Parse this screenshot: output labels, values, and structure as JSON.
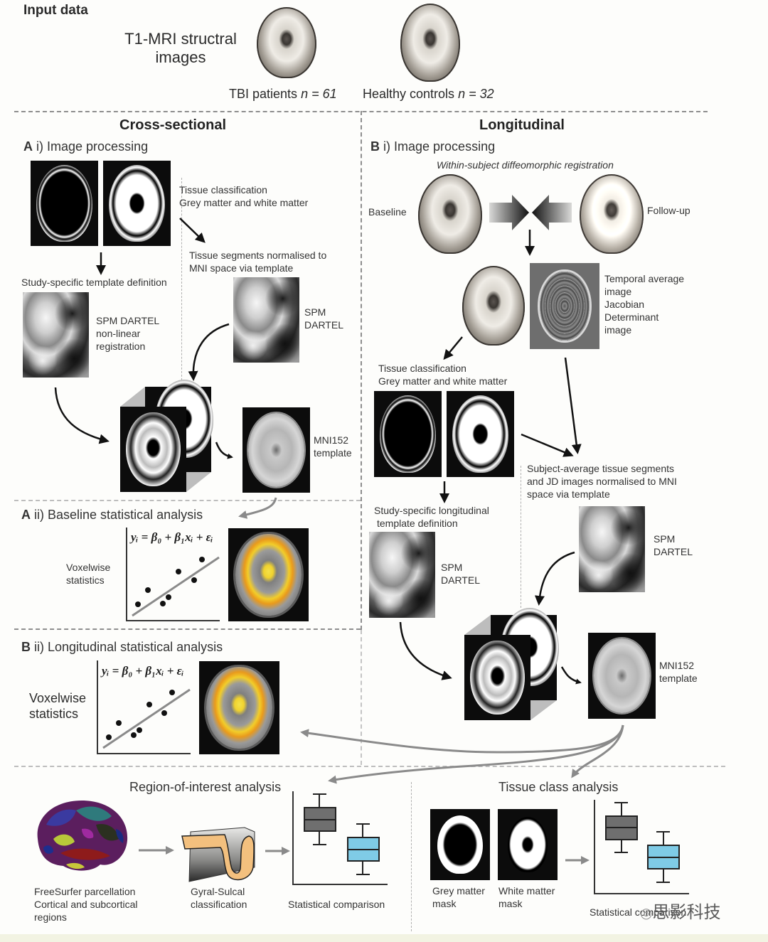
{
  "input": {
    "heading": "Input data",
    "modality_line1": "T1-MRI structral",
    "modality_line2": "images",
    "group_patients_label": "TBI patients",
    "group_patients_n": "n = 61",
    "group_controls_label": "Healthy controls",
    "group_controls_n": "n = 32"
  },
  "cross_sectional": {
    "title": "Cross-sectional",
    "ai_letter": "A",
    "ai_title": "i) Image processing",
    "tissue_classification": "Tissue classification",
    "tissue_classification_sub": "Grey matter and white matter",
    "tissue_segments_line1": "Tissue segments normalised to",
    "tissue_segments_line2": "MNI space via template",
    "template_definition": "Study-specific template definition",
    "dartel_reg_line1": "SPM DARTEL",
    "dartel_reg_line2": "non-linear",
    "dartel_reg_line3": "registration",
    "dartel_line1": "SPM",
    "dartel_line2": "DARTEL",
    "mni_line1": "MNI152",
    "mni_line2": "template",
    "aii_letter": "A",
    "aii_title": "ii) Baseline statistical analysis",
    "voxelwise_line1": "Voxelwise",
    "voxelwise_line2": "statistics",
    "equation": "yᵢ = β₀ + β₁xᵢ + εᵢ",
    "bii_letter": "B",
    "bii_title": "ii) Longitudinal statistical analysis",
    "bii_voxelwise_line1": "Voxelwise",
    "bii_voxelwise_line2": "statistics",
    "bii_equation": "yᵢ = β₀ + β₁xᵢ + εᵢ"
  },
  "longitudinal": {
    "title": "Longitudinal",
    "bi_letter": "B",
    "bi_title": "i) Image processing",
    "registration": "Within-subject diffeomorphic registration",
    "baseline": "Baseline",
    "followup": "Follow-up",
    "temporal_line1": "Temporal average",
    "temporal_line2": "image",
    "jacobian_line1": "Jacobian",
    "jacobian_line2": "Determinant",
    "jacobian_line3": "image",
    "tissue_classification": "Tissue classification",
    "tissue_classification_sub": "Grey matter and white matter",
    "subject_avg_line1": "Subject-average tissue segments",
    "subject_avg_line2": "and JD images normalised to MNI",
    "subject_avg_line3": "space via template",
    "long_template_line1": "Study-specific longitudinal",
    "long_template_line2": "template definition",
    "dartel_a_line1": "SPM",
    "dartel_a_line2": "DARTEL",
    "dartel_b_line1": "SPM",
    "dartel_b_line2": "DARTEL",
    "mni_line1": "MNI152",
    "mni_line2": "template"
  },
  "roi": {
    "title": "Region-of-interest analysis",
    "freesurfer_line1": "FreeSurfer parcellation",
    "freesurfer_sub1": "Cortical and subcortical",
    "freesurfer_sub2": "regions",
    "gyral_line1": "Gyral-Sulcal",
    "gyral_line2": "classification",
    "stat_comparison": "Statistical comparison"
  },
  "tissue_class": {
    "title": "Tissue class analysis",
    "grey_mask_line1": "Grey matter",
    "grey_mask_line2": "mask",
    "white_mask_line1": "White matter",
    "white_mask_line2": "mask",
    "stat_comparison": "Statistical comparison"
  },
  "colors": {
    "box_group1": "#6f6f6f",
    "box_group2": "#7fcbe6",
    "stat_yellow": "#f2d230",
    "stat_orange": "#e8891a",
    "arrow_grey": "#8a8a8a",
    "gyral_orange": "#f3c07e"
  },
  "watermark": "思影科技"
}
